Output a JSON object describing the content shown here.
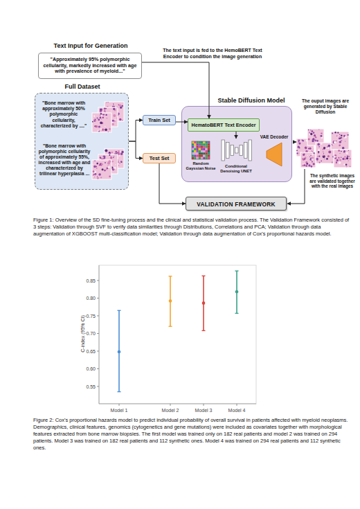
{
  "diagram": {
    "caption": "Figure 1: Overview of the SD fine-tuning process and the clinical and statistical validation process. The Validation Framework consisted of 3 steps: Validation through SVF to verify data similarities through Distributions, Correlations and PCA; Validation through data augmentation of XGBOOST multi-classification model; Validation through data augmentation of Cox's proportional hazards model.",
    "nodes": [
      {
        "text": [
          "Text Input for Generation",
          "\"Approximately 95% polymorphic cellularity, markedly increased with age with prevalence of myeloid...\""
        ]
      },
      {
        "text": [
          "Full Dataset"
        ]
      },
      {
        "text": [
          "\"Bone marrow with approximately 50% polymorphic cellularity, characterized by ....\""
        ],
        "in": 1
      },
      {
        "text": [
          "\"Bone marrow with polymorphic cellularity of approximately 55%, increased with age and characterized by trilinear hyperplasia ..."
        ],
        "in": 1
      },
      {
        "text": [
          "Train Set"
        ]
      },
      {
        "text": [
          "Test Set"
        ]
      },
      {
        "text": [
          "Stable Diffusion Model"
        ]
      },
      {
        "text": [
          "HematoBERT Text Encoder"
        ],
        "in": 6
      },
      {
        "text": [
          "Random Gayssian Noise"
        ],
        "in": 6
      },
      {
        "text": [
          "Conditional Denoising UNET"
        ],
        "in": 6
      },
      {
        "text": [
          "VAE Decoder"
        ],
        "in": 6
      },
      {
        "text": [
          "VALIDATION FRAMEWORK"
        ]
      }
    ],
    "edges": [
      {
        "from": 0,
        "to": 7,
        "arrow": "to",
        "label": "The text input is fed to the HemoBERT Text Encoder to condition the image generation"
      },
      {
        "from": 1,
        "to": 4,
        "arrow": "to"
      },
      {
        "from": 1,
        "to": 5,
        "arrow": "to"
      },
      {
        "from": 4,
        "to": 7,
        "arrow": "to"
      },
      {
        "from": 7,
        "to": 9,
        "arrow": "to"
      },
      {
        "from": 5,
        "to": 11,
        "arrow": "to"
      }
    ],
    "labels": [
      "The ouput images are generated by Stable Diffusion",
      "The synthetic images are validated together with the real images",
      "0.85",
      "0.80",
      "0.75",
      "0.70",
      "0.65",
      "0.60",
      "0.55",
      "C-index (95% CI)",
      "Model 1",
      "Model 2",
      "Model 3",
      "Model 4",
      "Figure 2: Cox's proportional hazards model to predict individual probability of overall survival in patients affected with myeloid neoplasms. Demographics, clinical features, genomics (cytogenetics and gene mutations) were included as covariates together with morphological features extracted from bone marrow biopsies. The first model was trained only on 182 real patients and model 2 was trained on 294 patients. Model 3 was trained on 182 real patients and 112 synthetic ones. Model 4 was trained on 294 real patients and 112 synthetic ones."
    ]
  }
}
